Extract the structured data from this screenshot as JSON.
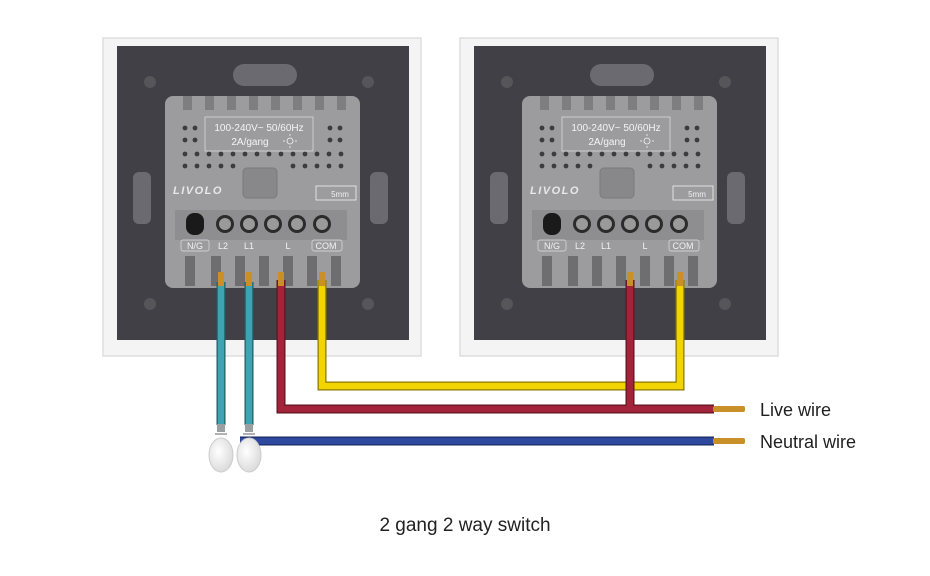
{
  "colors": {
    "background": "#ffffff",
    "frame": "#f3f3f3",
    "plate": "#3f3f45",
    "module": "#9c9c9e",
    "live_wire": "#a3243a",
    "neutral_wire": "#2f49a0",
    "com_wire": "#f2d400",
    "lamp_wire": "#3fa3b3",
    "conductor": "#c9902a"
  },
  "module": {
    "rating_line1": "100-240V~ 50/60Hz",
    "rating_line2": "2A/gang",
    "brand": "LIVOLO",
    "size_mark": "5mm",
    "terminals": [
      "N/G",
      "L2",
      "L1",
      "L",
      "COM"
    ]
  },
  "labels": {
    "live": "Live wire",
    "neutral": "Neutral wire"
  },
  "caption": "2 gang 2 way switch"
}
